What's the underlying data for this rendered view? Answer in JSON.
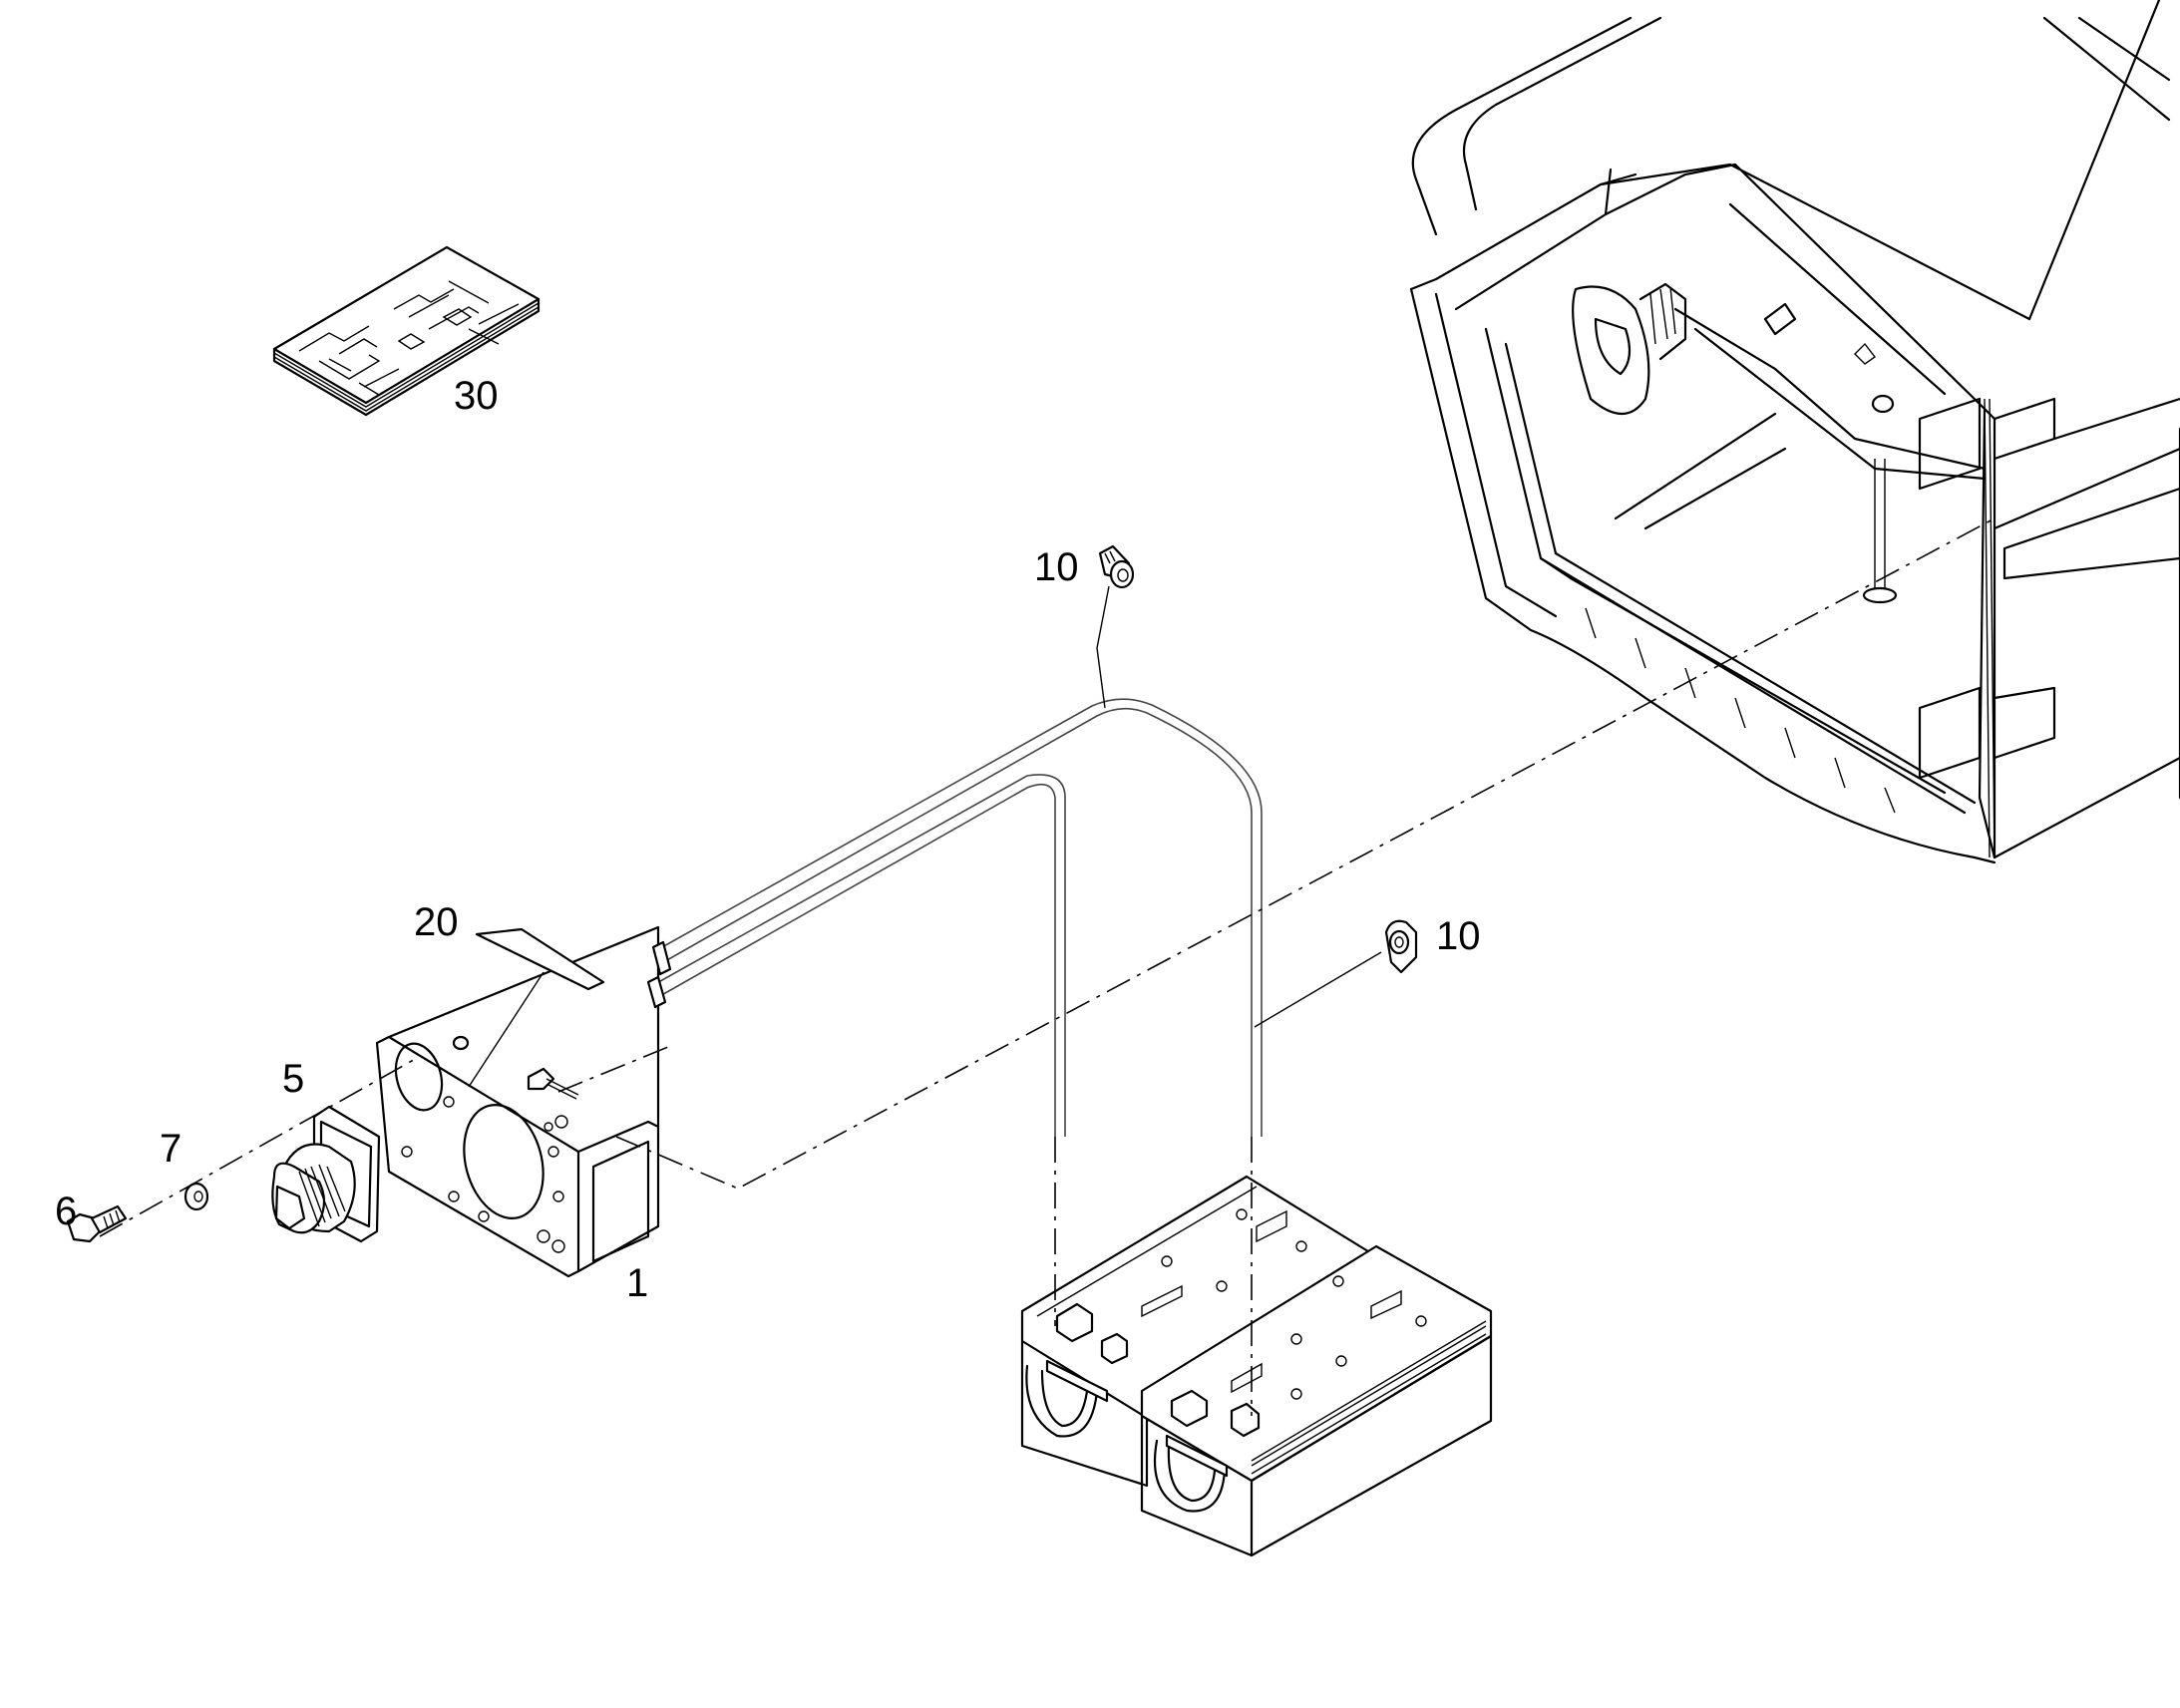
{
  "callouts": {
    "c30": "30",
    "c10a": "10",
    "c10b": "10",
    "c20": "20",
    "c5": "5",
    "c7": "7",
    "c6": "6",
    "c1": "1"
  }
}
